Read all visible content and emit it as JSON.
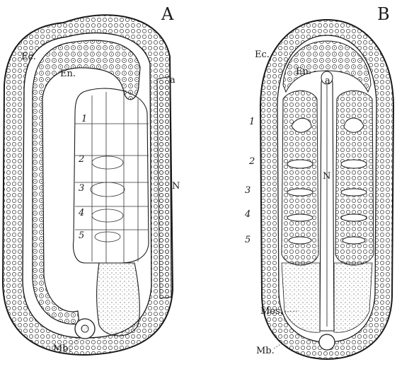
{
  "figure": {
    "panels": [
      {
        "letter": "A",
        "labels": {
          "ectoderm": "Ec.",
          "endoderm": "En.",
          "notochord": "N",
          "anterior": "a",
          "mesoblast": "Mb."
        },
        "somites": [
          "1",
          "2",
          "3",
          "4",
          "5"
        ]
      },
      {
        "letter": "B",
        "labels": {
          "ectoderm": "Ec.",
          "endoderm": "En.",
          "notochord": "N",
          "anterior": "a",
          "mesenchyme": "Mes.",
          "mesoblast": "Mb."
        },
        "somites": [
          "1",
          "2",
          "3",
          "4",
          "5"
        ]
      }
    ],
    "colors": {
      "ink": "#1a1a1a",
      "paper": "#ffffff"
    }
  }
}
